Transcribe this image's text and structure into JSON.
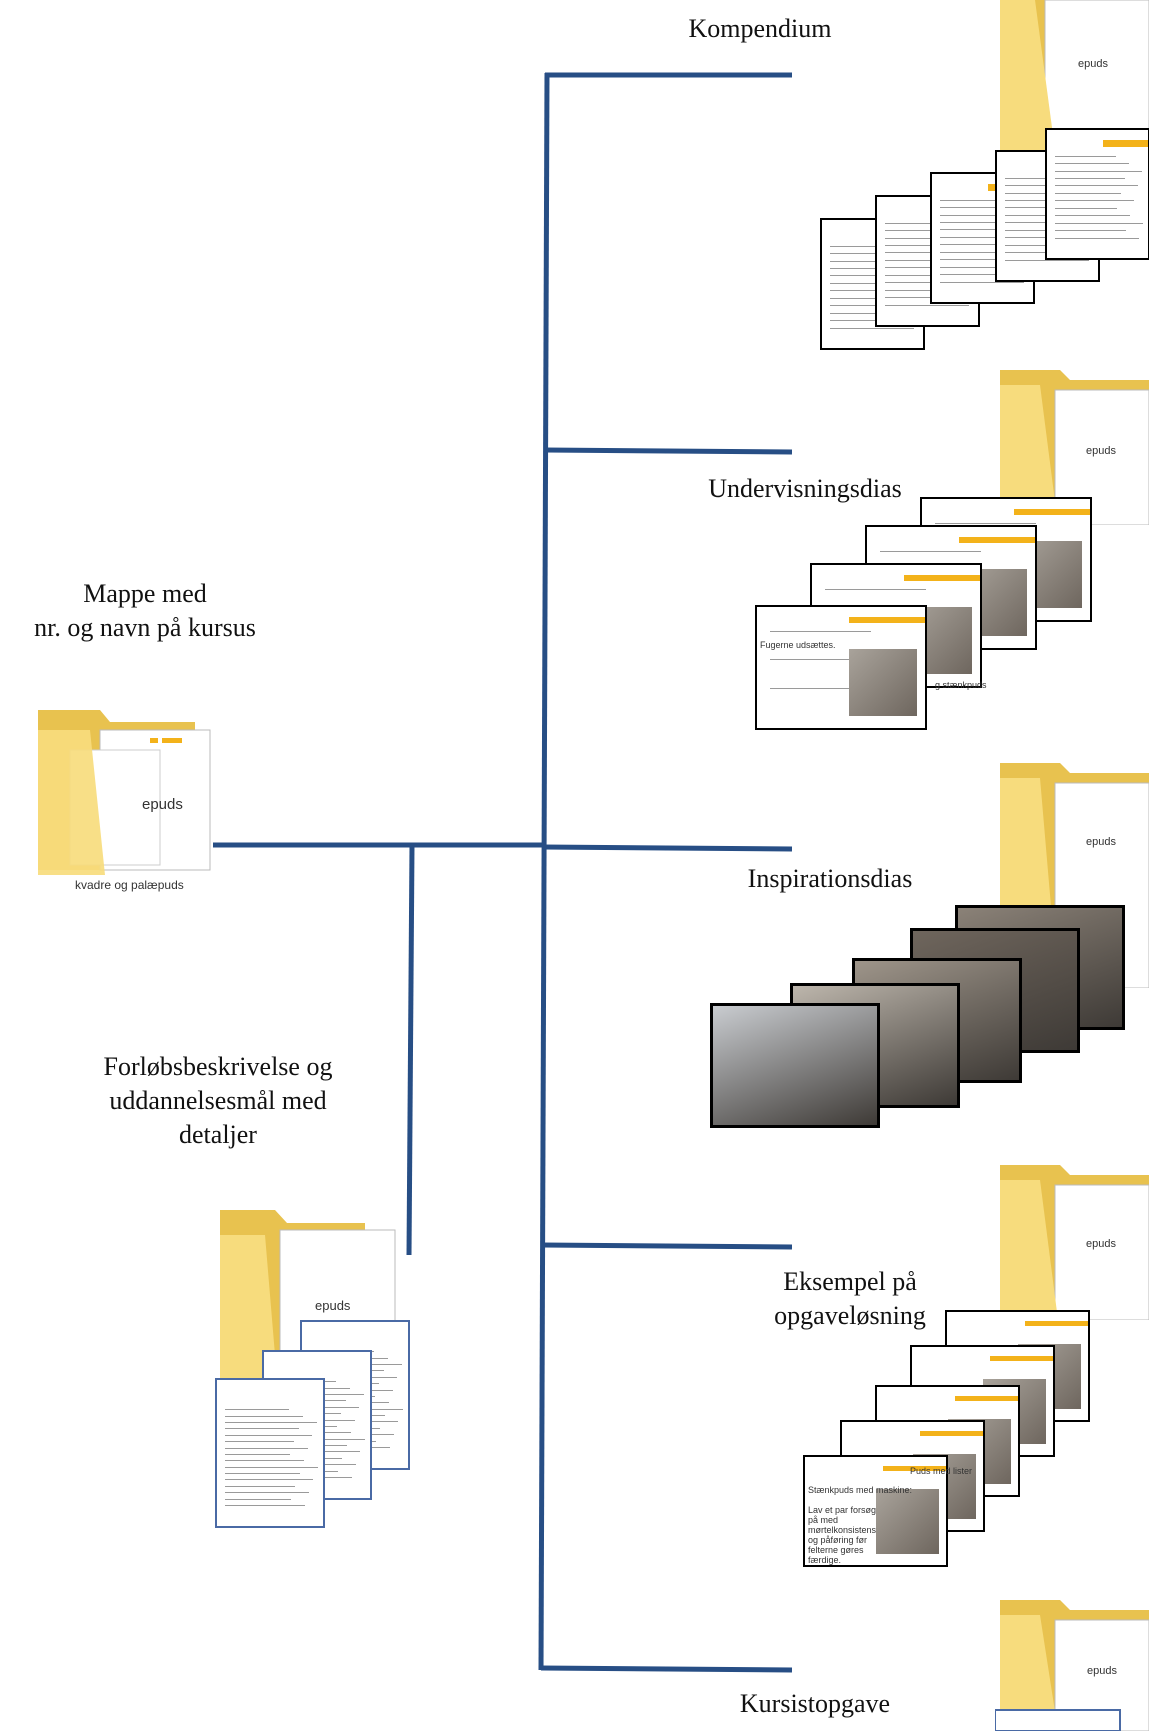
{
  "root": {
    "label_lines": [
      "Mappe med",
      "nr. og navn på kursus"
    ],
    "folder_caption": "kvadre og palæpuds",
    "folder_tab_text": "epuds"
  },
  "description": {
    "label_lines": [
      "Forløbsbeskrivelse og",
      "uddannelsesmål med",
      "detaljer"
    ],
    "folder_tab_text": "epuds"
  },
  "branches": [
    {
      "id": "kompendium",
      "label_lines": [
        "Kompendium"
      ],
      "folder_tab_text": "epuds"
    },
    {
      "id": "undervisningsdias",
      "label_lines": [
        "Undervisningsdias"
      ],
      "folder_tab_text": "epuds",
      "slide_texts": [
        "Fugerne udsættes.",
        "g stænkpuds"
      ]
    },
    {
      "id": "inspirationsdias",
      "label_lines": [
        "Inspirationsdias"
      ],
      "folder_tab_text": "epuds"
    },
    {
      "id": "eksempel",
      "label_lines": [
        "Eksempel på",
        "opgaveløsning"
      ],
      "folder_tab_text": "epuds",
      "slide_texts": [
        "Stænkpuds med maskine:",
        "Lav et par forsøg på med mørtelkonsistens og påføring før felterne gøres færdige.",
        "Puds med lister"
      ]
    },
    {
      "id": "kursistopgave",
      "label_lines": [
        "Kursistopgave"
      ],
      "folder_tab_text": "epuds"
    }
  ],
  "colors": {
    "connector": "#274e85",
    "folder_front": "#f7dc7d",
    "folder_back": "#e8c24f",
    "accent": "#f3b21a"
  }
}
